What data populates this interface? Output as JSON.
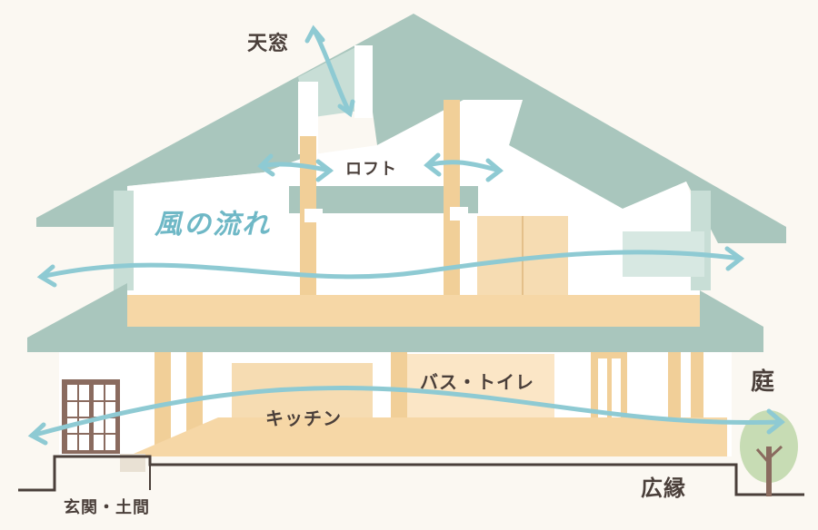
{
  "labels": {
    "skylight": "天窓",
    "loft": "ロフト",
    "wind_flow": "風の流れ",
    "kitchen": "キッチン",
    "bath_toilet": "バス・トイレ",
    "garden": "庭",
    "entrance": "玄関・土間",
    "veranda": "広縁"
  },
  "colors": {
    "roof": "#a9c6bd",
    "wall": "#ffffff",
    "floor": "#f6d7a6",
    "wood": "#f1cf98",
    "wind": "#8ecad3",
    "line": "#4a3f3a",
    "tree": "#c7dcb4"
  }
}
